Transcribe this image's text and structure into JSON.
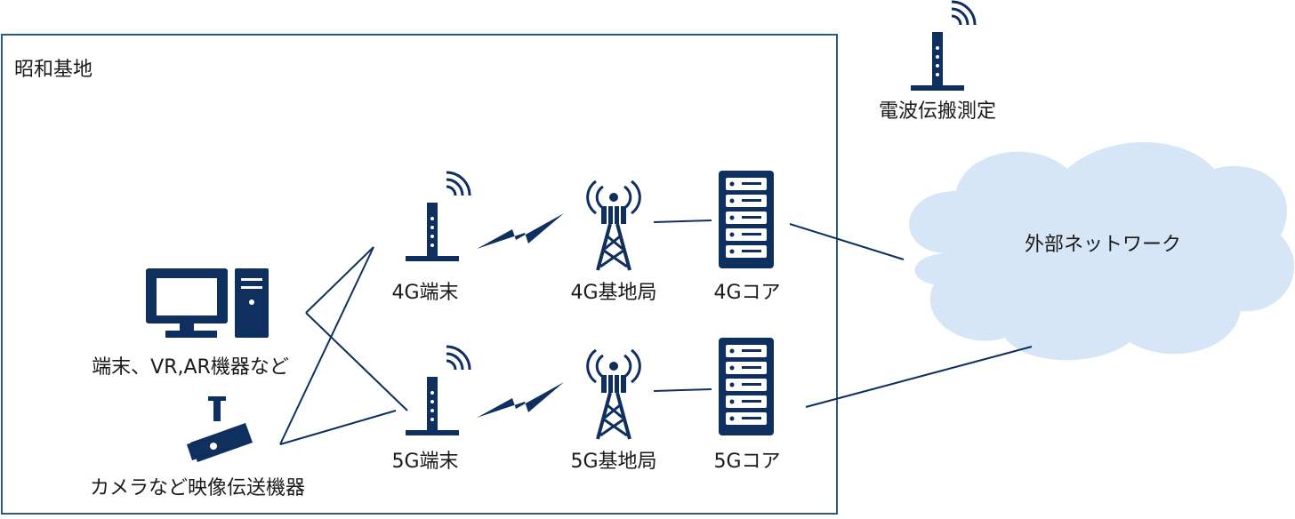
{
  "site": {
    "label": "昭和基地"
  },
  "measurement": {
    "label": "電波伝搬測定"
  },
  "network": {
    "label": "外部ネットワーク"
  },
  "devices": {
    "terminal_label": "端末、VR,AR機器など",
    "camera_label": "カメラなど映像伝送機器"
  },
  "rows": {
    "g4": {
      "terminal": "4G端末",
      "base_station": "4G基地局",
      "core": "4Gコア"
    },
    "g5": {
      "terminal": "5G端末",
      "base_station": "5G基地局",
      "core": "5Gコア"
    }
  },
  "colors": {
    "icon": "#0f2f5f",
    "cloud": "#d6e6f6",
    "frame": "#2b5c80"
  }
}
